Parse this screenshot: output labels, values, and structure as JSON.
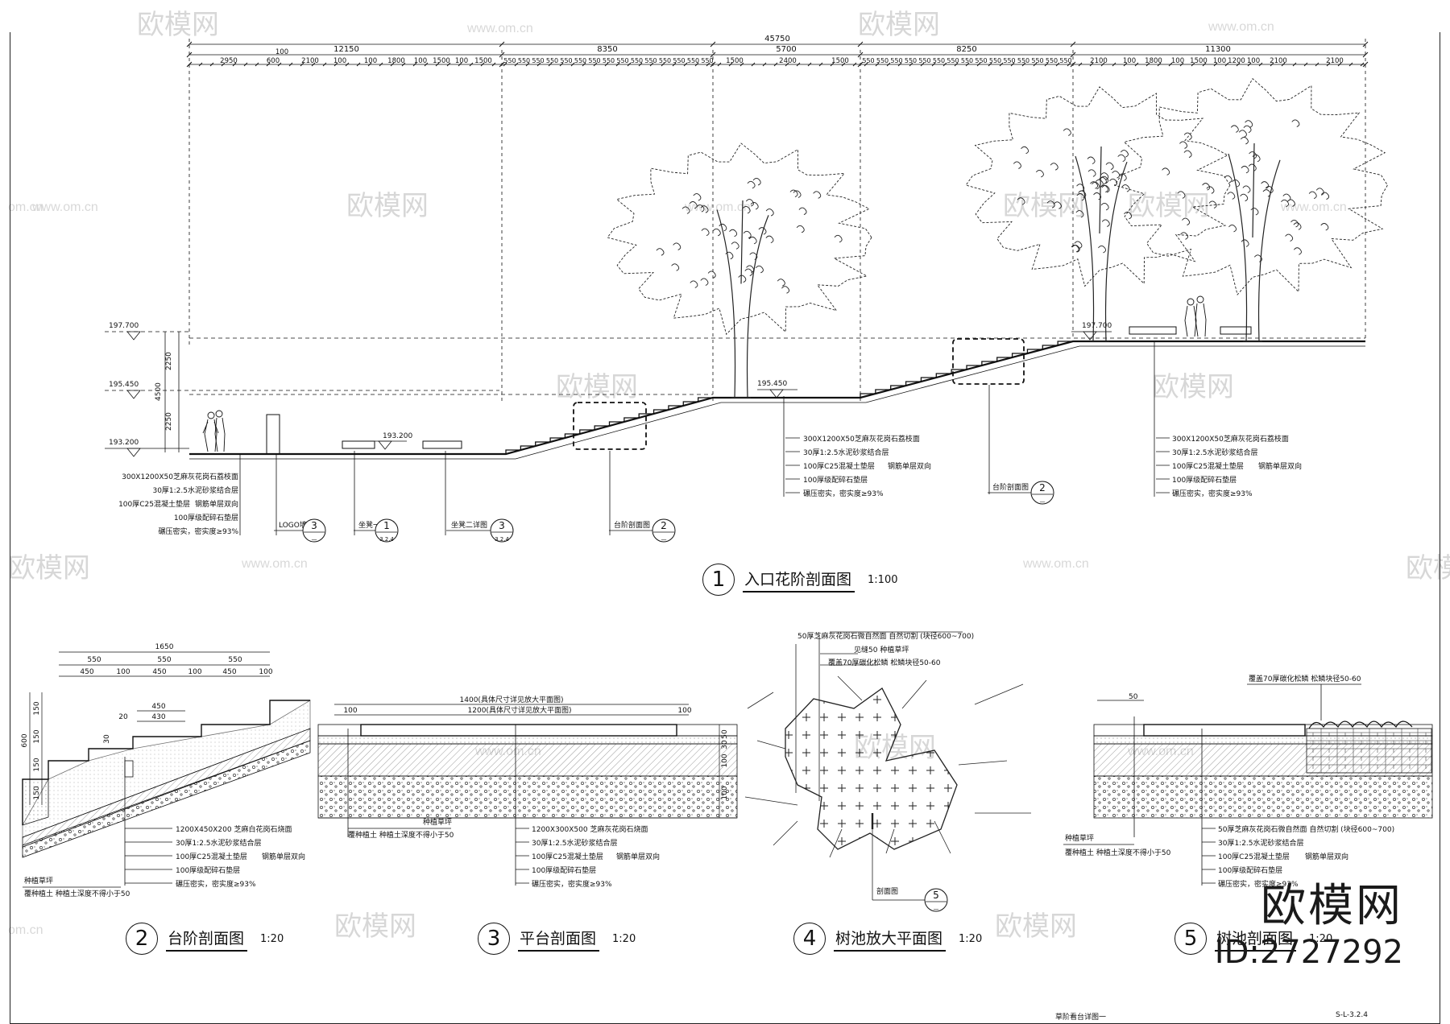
{
  "drawing": {
    "top_dims": {
      "total": "45750",
      "segments": [
        "12150",
        "8350",
        "5700",
        "8250",
        "11300"
      ],
      "sub_left": [
        "100",
        "2950",
        "600",
        "2100",
        "100",
        "100",
        "1800",
        "100",
        "1500",
        "100",
        "1500"
      ],
      "sub_mid": "1500",
      "sub_mid2": "2400",
      "sub_mid3": "1500",
      "sub_step": "550",
      "sub_right": [
        "2100",
        "100",
        "1800",
        "100",
        "1500",
        "100",
        "1200",
        "100",
        "2100",
        "2100"
      ],
      "sub_100": "100"
    },
    "levels": [
      "197.700",
      "195.450",
      "193.200"
    ],
    "level_labels": {
      "mid": "195.450",
      "low": "193.200",
      "high": "197.700"
    },
    "vdims": [
      "2250",
      "4500",
      "2250"
    ],
    "left_notes": [
      "300X1200X50芝麻灰花岗石荔枝面",
      "30厚1:2.5水泥砂浆结合层",
      "100厚C25混凝土垫层",
      "钢筋单层双向",
      "100厚级配碎石垫层",
      "碾压密实，密实度≥93%"
    ],
    "mid_notes": [
      "300X1200X50芝麻灰花岗石荔枝面",
      "30厚1:2.5水泥砂浆结合层",
      "100厚C25混凝土垫层",
      "钢筋单层双向",
      "100厚级配碎石垫层",
      "碾压密实，密实度≥93%"
    ],
    "right_notes": [
      "300X1200X50芝麻灰花岗石荔枝面",
      "30厚1:2.5水泥砂浆结合层",
      "100厚C25混凝土垫层",
      "钢筋单层双向",
      "100厚级配碎石垫层",
      "碾压密实，密实度≥93%"
    ],
    "callouts": [
      {
        "label": "LOGO墙",
        "num": "3",
        "sub": "—"
      },
      {
        "label": "坐凳一详图",
        "num": "1",
        "sub": "3.2.4"
      },
      {
        "label": "坐凳二详图",
        "num": "3",
        "sub": "3.2.4"
      },
      {
        "label": "台阶剖面图",
        "num": "2",
        "sub": "—"
      },
      {
        "label": "台阶剖面图",
        "num": "2",
        "sub": "—"
      }
    ],
    "main_title": {
      "num": "1",
      "name": "入口花阶剖面图",
      "scale": "1:100"
    }
  },
  "details": [
    {
      "num": "2",
      "name": "台阶剖面图",
      "scale": "1:20",
      "dims": [
        "1650",
        "550",
        "550",
        "550",
        "450",
        "100",
        "450",
        "100",
        "450",
        "100",
        "450",
        "430",
        "20",
        "600",
        "150",
        "150",
        "150",
        "150",
        "30"
      ],
      "notes": [
        "1200X450X200 芝麻白花岗石烧面",
        "30厚1:2.5水泥砂浆结合层",
        "100厚C25混凝土垫层",
        "钢筋单层双向",
        "100厚级配碎石垫层",
        "碾压密实，密实度≥93%"
      ],
      "left_notes": [
        "种植草坪",
        "覆种植土 种植土深度不得小于50"
      ]
    },
    {
      "num": "3",
      "name": "平台剖面图",
      "scale": "1:20",
      "dims": [
        "1400(具体尺寸详见放大平面图)",
        "1200(具体尺寸详见放大平面图)",
        "100",
        "100",
        "50",
        "30",
        "100",
        "100"
      ],
      "notes": [
        "1200X300X500 芝麻灰花岗石烧面",
        "30厚1:2.5水泥砂浆结合层",
        "100厚C25混凝土垫层",
        "钢筋单层双向",
        "100厚级配碎石垫层",
        "碾压密实，密实度≥93%"
      ],
      "left_notes": [
        "种植草坪",
        "覆种植土 种植土深度不得小于50"
      ]
    },
    {
      "num": "4",
      "name": "树池放大平面图",
      "scale": "1:20",
      "notes": [
        "50厚芝麻灰花岗石微自然面 自然切割 (块径600~700)",
        "见缝50 种植草坪",
        "覆盖70厚碳化松鳞 松鳞块径50-60"
      ],
      "callout": {
        "label": "剖面图",
        "num": "5",
        "sub": "—"
      }
    },
    {
      "num": "5",
      "name": "树池剖面图",
      "scale": "1:20",
      "dims": [
        "50"
      ],
      "notes": [
        "50厚芝麻灰花岗石微自然面 自然切割 (块径600~700)",
        "30厚1:2.5水泥砂浆结合层",
        "100厚C25混凝土垫层",
        "钢筋单层双向",
        "100厚级配碎石垫层",
        "碾压密实，密实度≥93%"
      ],
      "top_note": "覆盖70厚碳化松鳞 松鳞块径50-60",
      "left_notes": [
        "种植草坪",
        "覆种植土 种植土深度不得小于50"
      ]
    }
  ],
  "watermark": {
    "brand": "欧模网",
    "site": "www.om.cn",
    "site_short": "om.cn"
  },
  "logo": {
    "brand": "欧模网",
    "id": "ID:2727292"
  },
  "footer": {
    "sheet_name": "草阶看台详图一",
    "sheet_no": "S-L-3.2.4"
  }
}
